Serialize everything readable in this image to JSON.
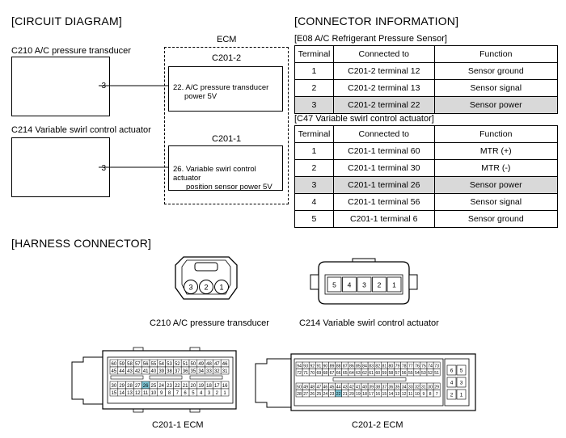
{
  "circuit": {
    "heading": "[CIRCUIT DIAGRAM]",
    "ecm_label": "ECM",
    "c210_label": "C210 A/C pressure transducer",
    "c210_pin": "3",
    "c214_label": "C214 Variable swirl control actuator",
    "c214_pin": "3",
    "c2012_label": "C201-2",
    "c2012_text_line1": "22. A/C pressure transducer",
    "c2012_text_line2": "power 5V",
    "c2011_label": "C201-1",
    "c2011_text_line1": "26. Variable swirl control actuator",
    "c2011_text_line2": "position sensor power 5V"
  },
  "connector_info": {
    "heading": "[CONNECTOR INFORMATION]",
    "headers": [
      "Terminal",
      "Connected to",
      "Function"
    ],
    "e08": {
      "title": "[E08 A/C Refrigerant Pressure Sensor]",
      "rows": [
        {
          "terminal": "1",
          "connected": "C201-2 terminal 12",
          "function": "Sensor ground"
        },
        {
          "terminal": "2",
          "connected": "C201-2 terminal 13",
          "function": "Sensor signal"
        },
        {
          "terminal": "3",
          "connected": "C201-2 terminal 22",
          "function": "Sensor power"
        }
      ]
    },
    "c47": {
      "title": "[C47 Variable swirl control actuator]",
      "rows": [
        {
          "terminal": "1",
          "connected": "C201-1 terminal 60",
          "function": "MTR (+)"
        },
        {
          "terminal": "2",
          "connected": "C201-1 terminal 30",
          "function": "MTR (-)"
        },
        {
          "terminal": "3",
          "connected": "C201-1 terminal 26",
          "function": "Sensor power"
        },
        {
          "terminal": "4",
          "connected": "C201-1 terminal 56",
          "function": "Sensor signal"
        },
        {
          "terminal": "5",
          "connected": "C201-1 terminal 6",
          "function": "Sensor ground"
        }
      ]
    }
  },
  "harness": {
    "heading": "[HARNESS CONNECTOR]",
    "c210_caption": "C210 A/C pressure transducer",
    "c210_pins": [
      "3",
      "2",
      "1"
    ],
    "c214_caption": "C214 Variable swirl control actuator",
    "c214_pins": [
      "5",
      "4",
      "3",
      "2",
      "1"
    ],
    "c2011_caption": "C201-1 ECM",
    "c2011_rows": [
      [
        "60",
        "59",
        "58",
        "57",
        "56",
        "55",
        "54",
        "53",
        "52",
        "51",
        "50",
        "49",
        "48",
        "47",
        "46"
      ],
      [
        "45",
        "44",
        "43",
        "42",
        "41",
        "40",
        "39",
        "38",
        "37",
        "36",
        "35",
        "34",
        "33",
        "32",
        "31"
      ],
      [
        "30",
        "29",
        "28",
        "27",
        "26",
        "25",
        "24",
        "23",
        "22",
        "21",
        "20",
        "19",
        "18",
        "17",
        "16"
      ],
      [
        "15",
        "14",
        "13",
        "12",
        "11",
        "10",
        "9",
        "8",
        "7",
        "6",
        "5",
        "4",
        "3",
        "2",
        "1"
      ]
    ],
    "c2012_caption": "C201-2 ECM",
    "c2012_rows": [
      [
        "94",
        "93",
        "92",
        "91",
        "90",
        "89",
        "88",
        "87",
        "86",
        "85",
        "84",
        "83",
        "82",
        "81",
        "80",
        "79",
        "78",
        "77",
        "76",
        "75",
        "74",
        "73"
      ],
      [
        "72",
        "71",
        "70",
        "69",
        "68",
        "67",
        "66",
        "65",
        "64",
        "63",
        "62",
        "61",
        "60",
        "59",
        "58",
        "57",
        "56",
        "55",
        "54",
        "53",
        "52",
        "51"
      ],
      [
        "50",
        "49",
        "48",
        "47",
        "46",
        "45",
        "44",
        "43",
        "42",
        "41",
        "40",
        "39",
        "38",
        "37",
        "36",
        "35",
        "34",
        "33",
        "32",
        "31",
        "30",
        "29"
      ],
      [
        "28",
        "27",
        "26",
        "25",
        "24",
        "23",
        "22",
        "21",
        "20",
        "19",
        "18",
        "17",
        "16",
        "15",
        "14",
        "13",
        "12",
        "11",
        "10",
        "9",
        "8",
        "7"
      ]
    ],
    "c2012_side_pins": [
      [
        "6",
        "5"
      ],
      [
        "4",
        "3"
      ],
      [
        "2",
        "1"
      ]
    ],
    "accent": "#7ec8d8"
  }
}
